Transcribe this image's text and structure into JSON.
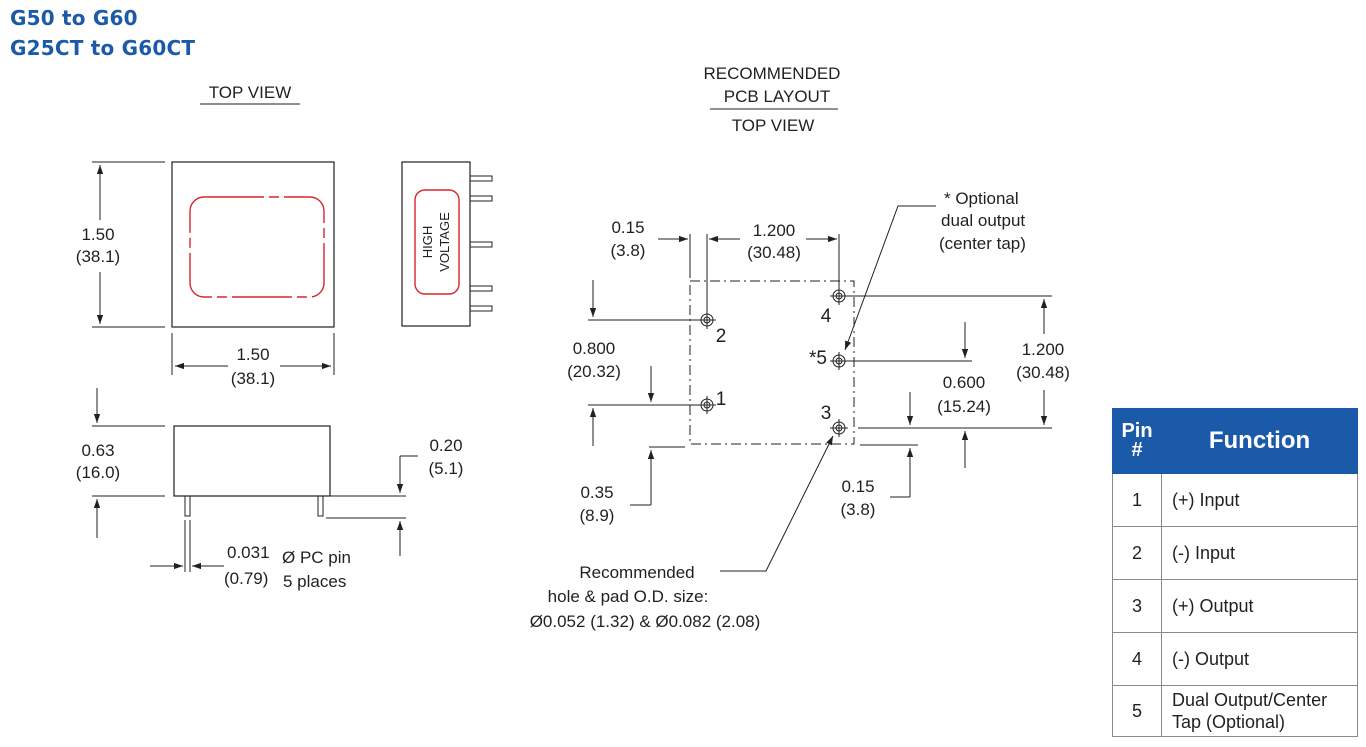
{
  "header": {
    "title_line1": "G50 to G60",
    "title_line2": "G25CT to G60CT"
  },
  "left_view": {
    "heading": "TOP VIEW",
    "height_in": "1.50",
    "height_mm": "(38.1)",
    "width_in": "1.50",
    "width_mm": "(38.1)",
    "side_label_1": "HIGH",
    "side_label_2": "VOLTAGE",
    "body_height_in": "0.63",
    "body_height_mm": "(16.0)",
    "pin_length_in": "0.20",
    "pin_length_mm": "(5.1)",
    "pin_dia_in": "0.031",
    "pin_dia_mm": "(0.79)",
    "pin_note_1": "Ø PC pin",
    "pin_note_2": "5 places"
  },
  "pcb_layout": {
    "heading_1": "RECOMMENDED",
    "heading_2": "PCB LAYOUT",
    "heading_3": "TOP  VIEW",
    "note_1": "* Optional",
    "note_2": "dual output",
    "note_3": "(center tap)",
    "dim_left_offset_in": "0.15",
    "dim_left_offset_mm": "(3.8)",
    "dim_pin_spacing_in": "1.200",
    "dim_pin_spacing_mm": "(30.48)",
    "dim_pin12_in": "0.800",
    "dim_pin12_mm": "(20.32)",
    "dim_bottom_left_in": "0.35",
    "dim_bottom_left_mm": "(8.9)",
    "dim_right_height_in": "1.200",
    "dim_right_height_mm": "(30.48)",
    "dim_center_tap_in": "0.600",
    "dim_center_tap_mm": "(15.24)",
    "dim_bottom_right_in": "0.15",
    "dim_bottom_right_mm": "(3.8)",
    "pin_labels": [
      "1",
      "2",
      "3",
      "4",
      "*5"
    ],
    "hole_note_1": "Recommended",
    "hole_note_2": "hole & pad O.D. size:",
    "hole_note_3": "Ø0.052 (1.32) & Ø0.082 (2.08)"
  },
  "pin_table": {
    "header_pin_1": "Pin",
    "header_pin_2": "#",
    "header_function": "Function",
    "rows": [
      {
        "pin": "1",
        "function": "(+) Input"
      },
      {
        "pin": "2",
        "function": "(-) Input"
      },
      {
        "pin": "3",
        "function": "(+) Output"
      },
      {
        "pin": "4",
        "function": "(-) Output"
      },
      {
        "pin": "5",
        "function_1": "Dual Output/Center",
        "function_2": "Tap (Optional)"
      }
    ]
  },
  "colors": {
    "brand_blue": "#1b5aa8",
    "outline_red": "#d6262d",
    "line": "#231f20"
  }
}
